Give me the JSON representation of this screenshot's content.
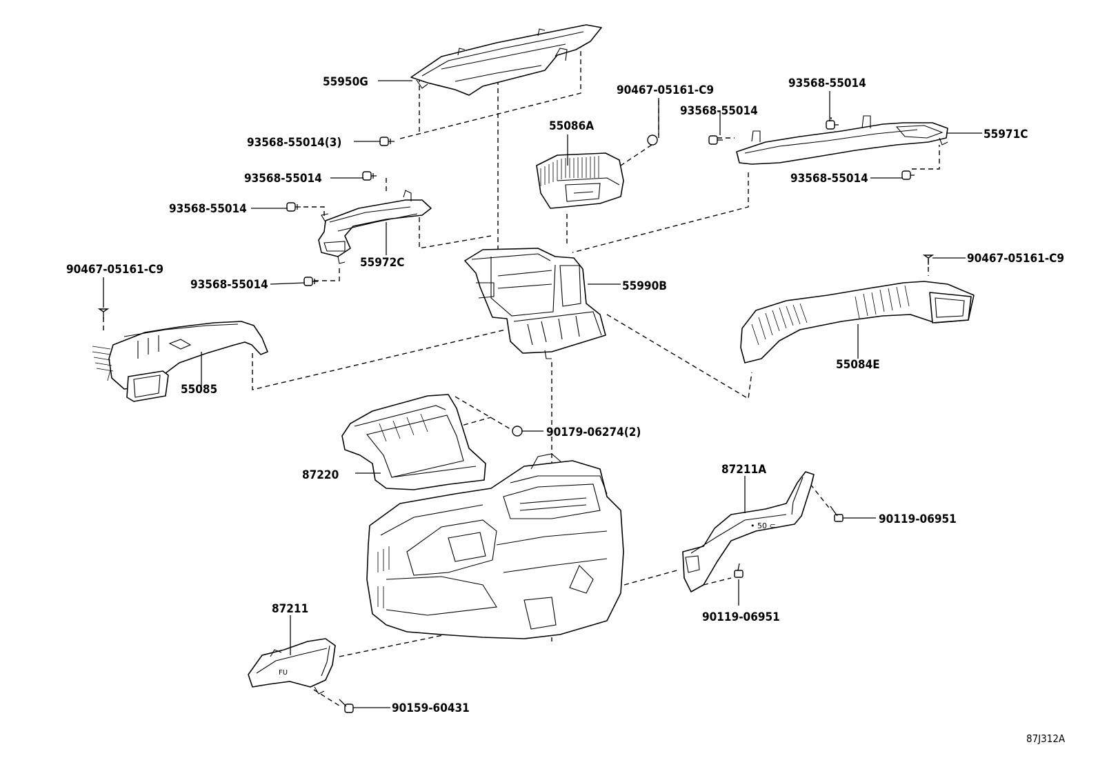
{
  "diagram_id": "87J312A",
  "labels": {
    "l55950G": "55950G",
    "l93568_55014_3": "93568-55014(3)",
    "l93568_a": "93568-55014",
    "l93568_b": "93568-55014",
    "l93568_c": "93568-55014",
    "l55972C": "55972C",
    "l90467_left": "90467-05161-C9",
    "l55085": "55085",
    "l90467_top": "90467-05161-C9",
    "l55086A": "55086A",
    "l93568_d": "93568-55014",
    "l93568_e": "93568-55014",
    "l55971C": "55971C",
    "l93568_f": "93568-55014",
    "l90467_right": "90467-05161-C9",
    "l55990B": "55990B",
    "l55084E": "55084E",
    "l90179": "90179-06274(2)",
    "l87220": "87220",
    "l87211A": "87211A",
    "l90119_a": "90119-06951",
    "l90119_b": "90119-06951",
    "l87211": "87211",
    "l90159": "90159-60431"
  }
}
